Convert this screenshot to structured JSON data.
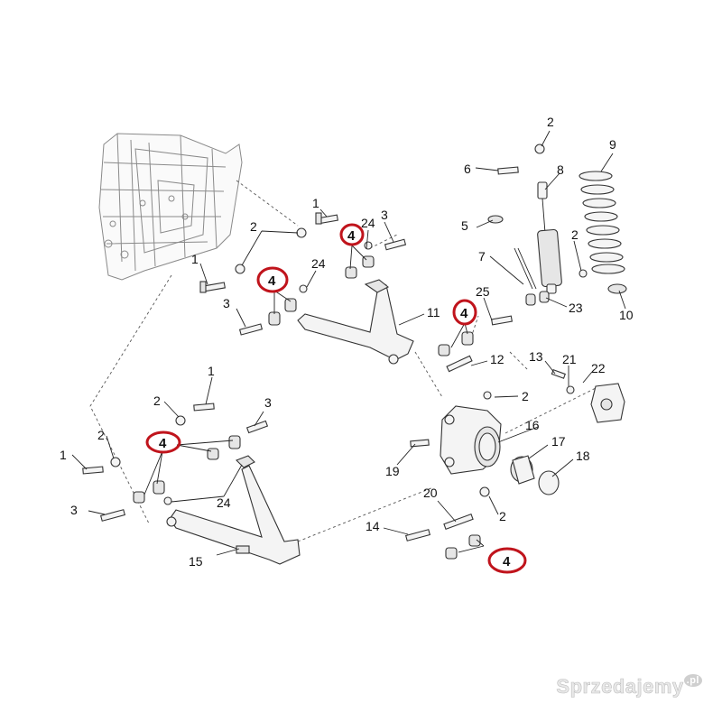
{
  "diagram": {
    "part_labels": [
      "1",
      "2",
      "3",
      "4",
      "5",
      "6",
      "7",
      "8",
      "9",
      "10",
      "11",
      "12",
      "13",
      "14",
      "15",
      "16",
      "17",
      "18",
      "19",
      "20",
      "21",
      "22",
      "23",
      "24",
      "25"
    ],
    "highlight_label": "4",
    "highlight_color": "#c0141c"
  },
  "watermark": {
    "text": "Sprzedajemy",
    "tld": ".pl"
  }
}
